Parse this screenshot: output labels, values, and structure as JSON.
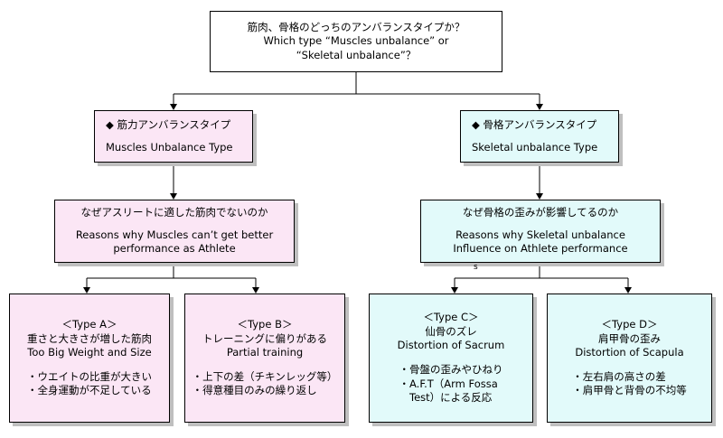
{
  "root": {
    "line1": "筋肉、骨格のどっちのアンバランスタイプか？",
    "line2": "Which type “Muscles unbalance” or",
    "line3": "“Skeletal unbalance”？"
  },
  "left_branch": {
    "title_jp": "◆ 筋力アンバランスタイプ",
    "title_en": "Muscles Unbalance Type"
  },
  "right_branch": {
    "title_jp": "◆ 骨格アンバランスタイプ",
    "title_en": "Skeletal unbalance Type"
  },
  "left_reason": {
    "jp": "なぜアスリートに適した筋肉でないのか",
    "en1": "Reasons why Muscles can’t get better",
    "en2": "performance as Athlete"
  },
  "right_reason": {
    "jp": "なぜ骨格の歪みが影響してるのか",
    "en1": "Reasons why Skeletal unbalance",
    "en2": "Influence on Athlete performance",
    "mark": "s"
  },
  "types": [
    {
      "label": "＜Type A＞",
      "jp": "重さと大きさが増した筋肉",
      "en": "Too Big Weight and Size",
      "bullets": [
        "・ウエイトの比重が大きい",
        "・全身運動が不足している"
      ]
    },
    {
      "label": "＜Type B＞",
      "jp": "トレーニングに偏りがある",
      "en": "Partial training",
      "bullets": [
        "・上下の差（チキンレッグ等）",
        "・得意種目のみの繰り返し"
      ]
    },
    {
      "label": "＜Type C＞",
      "jp": "仙骨のズレ",
      "en": "Distortion of Sacrum",
      "bullets": [
        "・骨盤の歪みやひねり",
        "・A.F.T（Arm Fossa",
        "　Test）による反応"
      ]
    },
    {
      "label": "＜Type D＞",
      "jp": "肩甲骨の歪み",
      "en": "Distortion of Scapula",
      "bullets": [
        "・左右肩の高さの差",
        "・肩甲骨と背骨の不均等"
      ]
    }
  ]
}
